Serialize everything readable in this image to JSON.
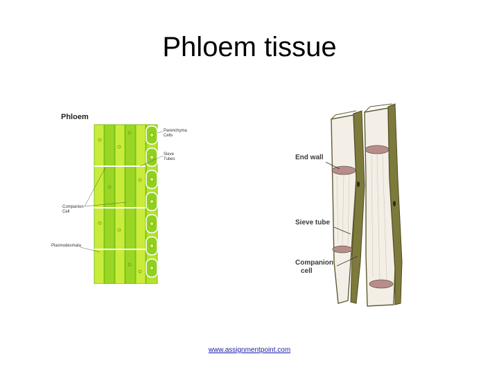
{
  "slide": {
    "title": "Phloem tissue",
    "source_link": "www.assignmentpoint.com"
  },
  "left_diagram": {
    "heading": "Phloem",
    "labels": {
      "parenchyma": [
        "Parenchyma",
        "Cells"
      ],
      "sieve_tube": [
        "Sieve",
        "Tubes"
      ],
      "companion": [
        "Companion",
        "Cell"
      ],
      "plasmodesmata": "Plasmodesmata"
    },
    "colors": {
      "tube_light": "#c9ec3a",
      "tube_dark": "#7cc21a",
      "parenchyma": "#8fd11f",
      "outline": "#5a8e12"
    }
  },
  "right_diagram": {
    "labels": {
      "end_wall": "End wall",
      "sieve_tube": "Sieve tube",
      "companion": [
        "Companion",
        "cell"
      ]
    },
    "colors": {
      "tube_fill": "#f3eee6",
      "companion_fill": "#7d7a3c",
      "outline": "#5d5b33",
      "plate": "#b88c8c"
    }
  }
}
